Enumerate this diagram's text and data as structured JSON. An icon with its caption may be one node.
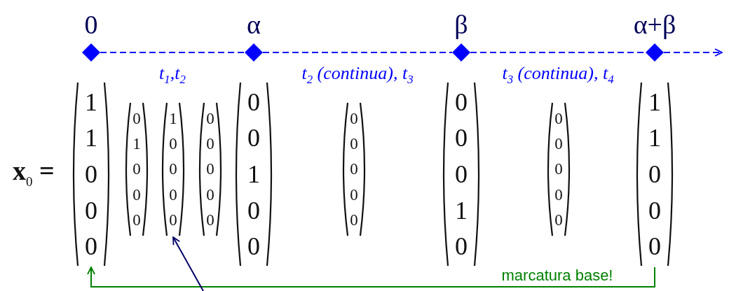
{
  "diagram": {
    "nodes": [
      {
        "text": [
          "0"
        ]
      },
      {
        "text": [
          "α"
        ]
      },
      {
        "text": [
          "β"
        ]
      },
      {
        "text": [
          "α+β"
        ]
      },
      {
        "text": [
          "1",
          "1",
          "0",
          "0",
          "0"
        ]
      },
      {
        "text": [
          "0",
          "1",
          "0",
          "0",
          "0"
        ]
      },
      {
        "text": [
          "1",
          "0",
          "0",
          "0",
          "0"
        ]
      },
      {
        "text": [
          "0",
          "0",
          "0",
          "0",
          "0"
        ]
      },
      {
        "text": [
          "0",
          "0",
          "1",
          "0",
          "0"
        ]
      },
      {
        "text": [
          "0",
          "0",
          "0",
          "0",
          "0"
        ]
      },
      {
        "text": [
          "0",
          "0",
          "0",
          "1",
          "0"
        ]
      },
      {
        "text": [
          "0",
          "0",
          "0",
          "0",
          "0"
        ]
      },
      {
        "text": [
          "1",
          "1",
          "0",
          "0",
          "0"
        ]
      }
    ],
    "edges": [
      {
        "from": 0,
        "to": 1,
        "arrow": "none",
        "style": "dashed",
        "color": "#0000ff",
        "label": "t$_{1}$,t$_{2}$"
      },
      {
        "from": 1,
        "to": 2,
        "arrow": "none",
        "style": "dashed",
        "color": "#0000ff",
        "label": "t$_{2}$ (continua), t$_{3}$"
      },
      {
        "from": 2,
        "to": 3,
        "arrow": "none",
        "style": "dashed",
        "color": "#0000ff",
        "label": "t$_{3}$ (continua), t$_{4}$"
      },
      {
        "from": 3,
        "to": null,
        "arrow": "to",
        "style": "dashed",
        "color": "#0000ff"
      },
      {
        "from": 12,
        "to": 4,
        "arrow": "to",
        "color": "#008000",
        "label": "marcatura base!"
      },
      {
        "from": null,
        "to": 6,
        "arrow": "to",
        "color": "#000066"
      }
    ],
    "labels": [
      "**x**$_{0}$ **=**"
    ]
  }
}
